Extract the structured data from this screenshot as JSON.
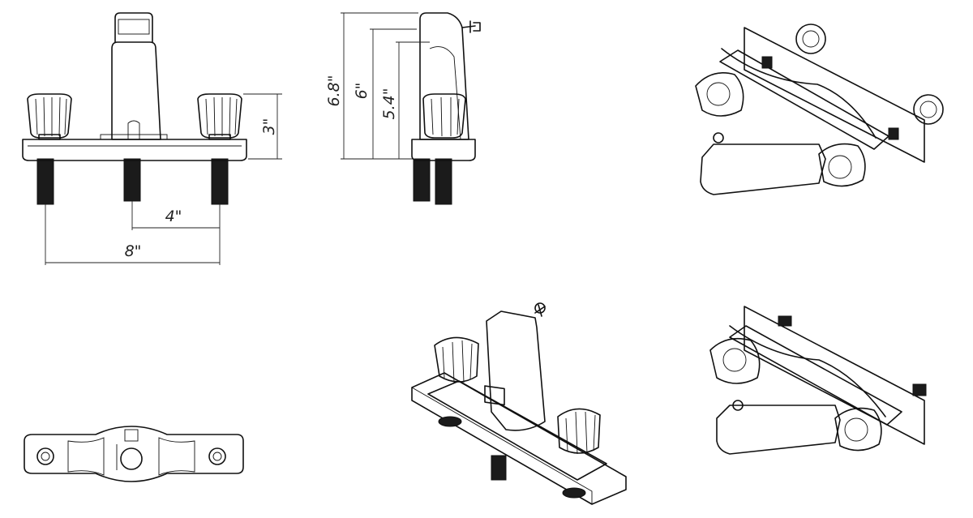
{
  "dimensions": {
    "height_3": "3\"",
    "spacing_4": "4\"",
    "spacing_8": "8\"",
    "height_6_8": "6.8\"",
    "height_6": "6\"",
    "height_5_4": "5.4\""
  }
}
